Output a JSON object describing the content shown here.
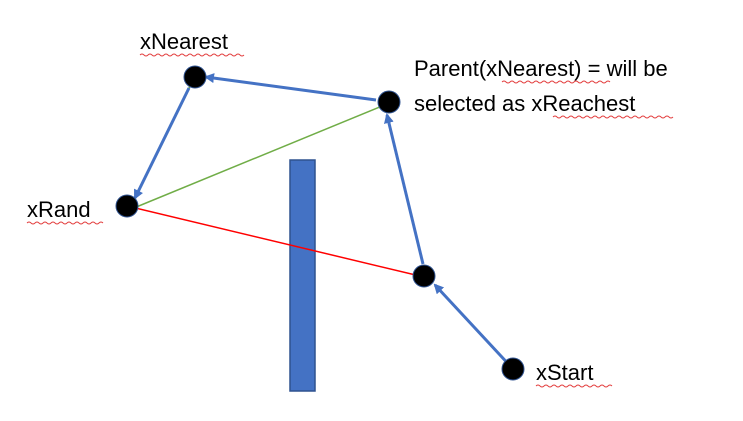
{
  "labels": {
    "x_nearest": "xNearest",
    "x_rand": "xRand",
    "x_start": "xStart",
    "caption_line1": "Parent(xNearest) = will be",
    "caption_line2": "selected as xReachest"
  },
  "colors": {
    "tree_edge": "#4472c4",
    "candidate_edge": "#70ad47",
    "blocked_edge": "#ff0000",
    "obstacle_fill": "#4472c4",
    "obstacle_stroke": "#2f528f",
    "node": "#000000",
    "spellcheck_underline": "#e23b3b"
  },
  "edge_legend": {
    "tree_edges": "blue arrows",
    "candidate_edges": "green lines",
    "blocked_edge": "red line"
  }
}
